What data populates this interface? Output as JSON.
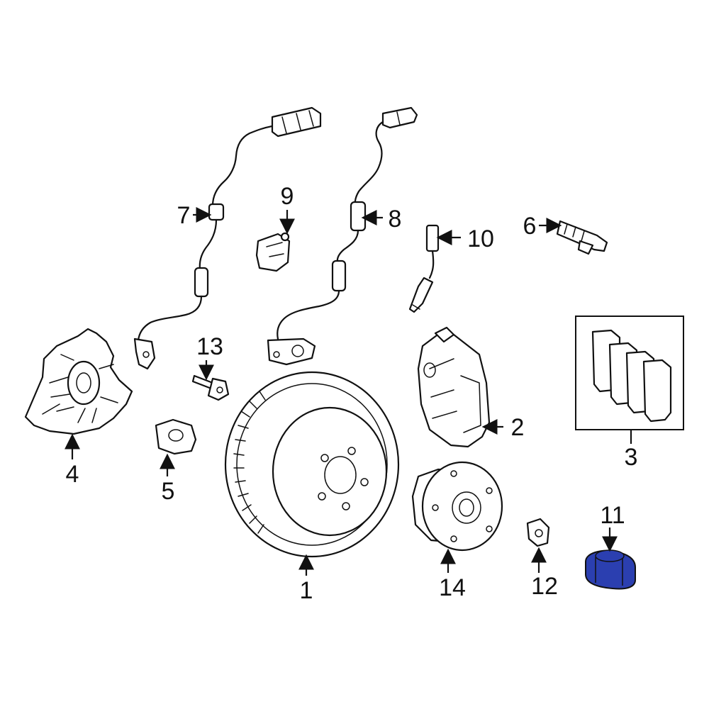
{
  "diagram": {
    "highlight_color": "#2b3fb0",
    "outline_color": "#111111",
    "callouts": {
      "rotor": "1",
      "caliper": "2",
      "pad_set": "3",
      "splash_shield": "4",
      "bushing": "5",
      "wear_sensor_6": "6",
      "wear_sensor_7": "7",
      "wear_sensor_8": "8",
      "bracket": "9",
      "brake_hose": "10",
      "dust_cap": "11",
      "clip": "12",
      "bolt": "13",
      "hub": "14"
    },
    "highlighted_part": "11"
  }
}
